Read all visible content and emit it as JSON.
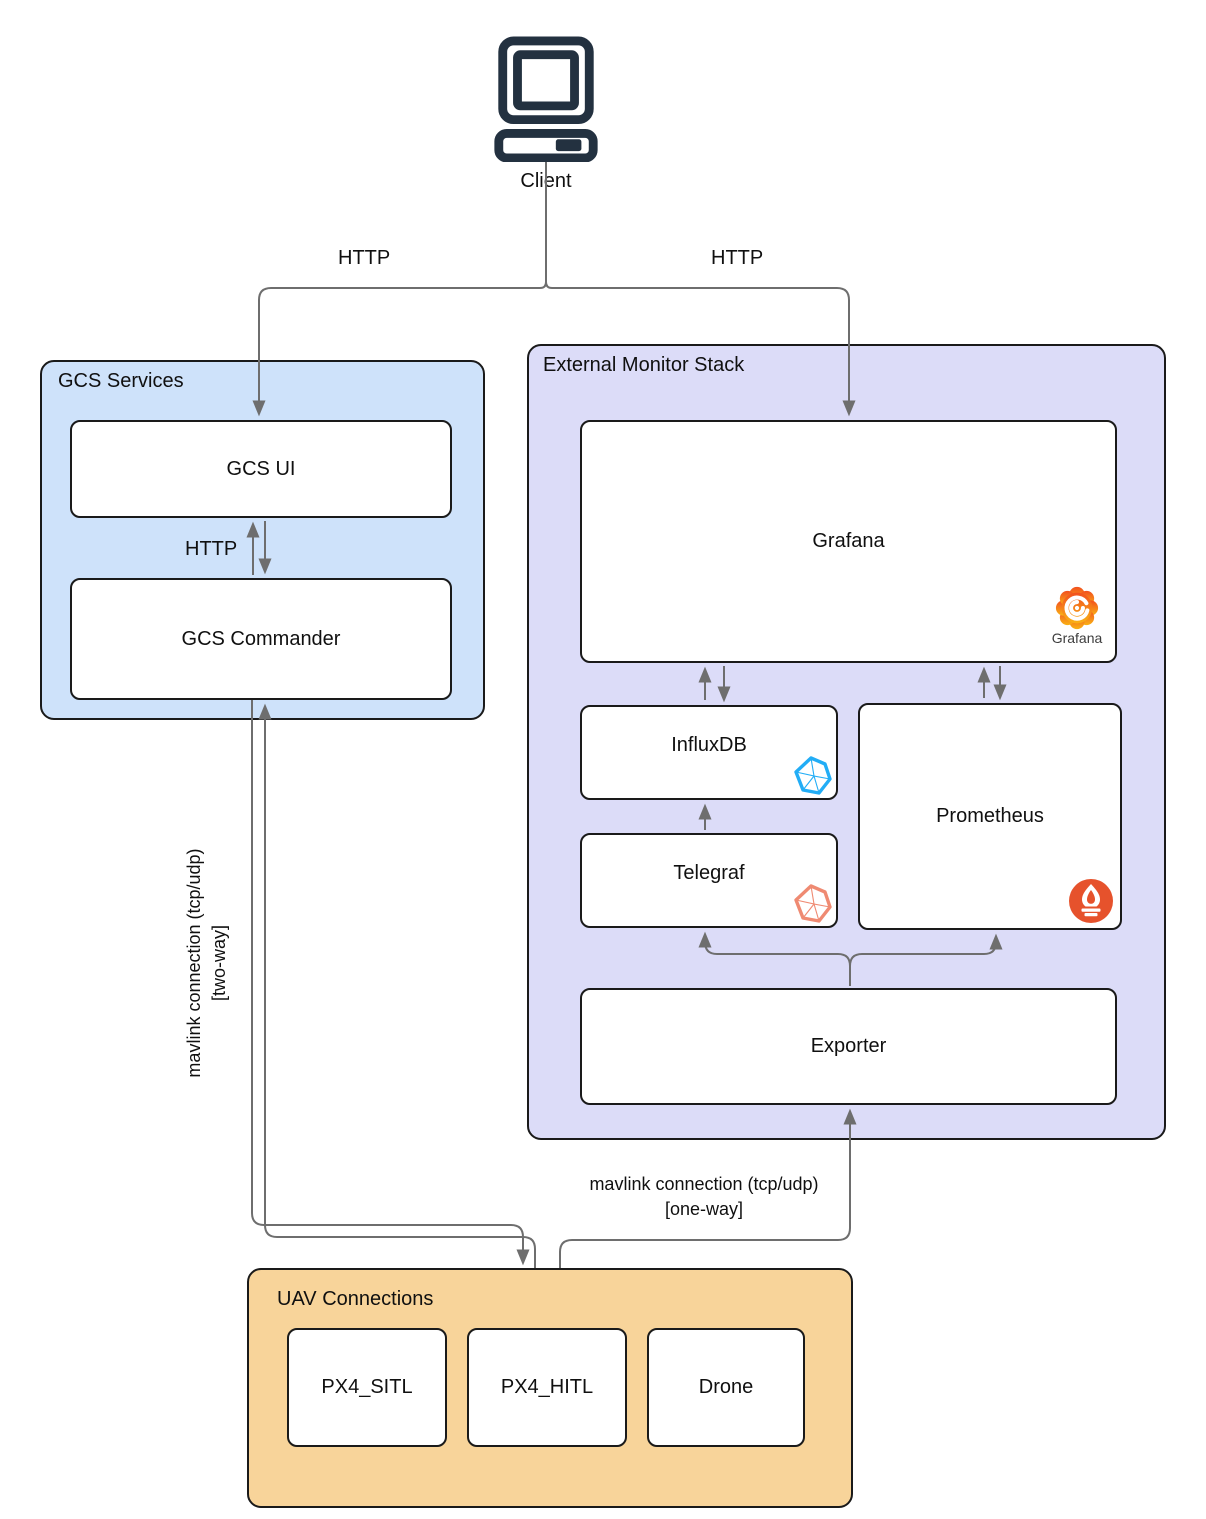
{
  "colors": {
    "box_border": "#1a1a1a",
    "connector_gray": "#6e6e6e",
    "gcs_services_fill": "#cee2fa",
    "external_monitor_fill": "#dcdcf8",
    "uav_connections_fill": "#f8d49a",
    "client_icon_navy": "#233140",
    "influxdb_blue": "#22adf6",
    "telegraf_salmon": "#ef8a72",
    "prometheus_orange": "#e6522c",
    "grafana_orange": "#f2501f",
    "grafana_yellow": "#f9b215"
  },
  "client": {
    "label": "Client"
  },
  "edges": {
    "http_left": "HTTP",
    "http_right": "HTTP",
    "http_internal": "HTTP",
    "mavlink_two_way_line1": "mavlink connection (tcp/udp)",
    "mavlink_two_way_line2": "[two-way]",
    "mavlink_one_way_line1": "mavlink connection (tcp/udp)",
    "mavlink_one_way_line2": "[one-way]"
  },
  "groups": {
    "gcs_services": {
      "title": "GCS Services"
    },
    "external_monitor_stack": {
      "title": "External Monitor Stack"
    },
    "uav_connections": {
      "title": "UAV Connections"
    }
  },
  "nodes": {
    "gcs_ui": {
      "label": "GCS UI"
    },
    "gcs_commander": {
      "label": "GCS Commander"
    },
    "grafana": {
      "label": "Grafana",
      "logo_text": "Grafana"
    },
    "influxdb": {
      "label": "InfluxDB"
    },
    "telegraf": {
      "label": "Telegraf"
    },
    "prometheus": {
      "label": "Prometheus"
    },
    "exporter": {
      "label": "Exporter"
    },
    "px4_sitl": {
      "label": "PX4_SITL"
    },
    "px4_hitl": {
      "label": "PX4_HITL"
    },
    "drone": {
      "label": "Drone"
    }
  }
}
